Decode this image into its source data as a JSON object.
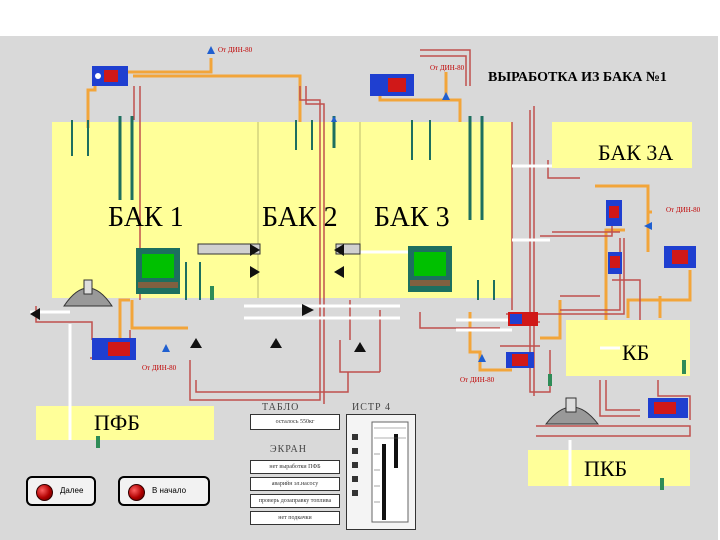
{
  "title": "ВЫРАБОТКА ИЗ БАКА №1",
  "tanks": {
    "bak1": "БАК 1",
    "bak2": "БАК 2",
    "bak3": "БАК 3",
    "bak3a": "БАК 3А",
    "kb": "КБ",
    "pfb": "ПФБ",
    "pkb": "ПКБ"
  },
  "sensor_labels": {
    "top_left": "От ДИН-80",
    "top_right": "От ДИН-80",
    "right_upper": "От ДИН-80",
    "bottom_left": "От ДИН-80",
    "bottom_center": "От ДИН-80"
  },
  "buttons": {
    "next": "Далее",
    "start": "В начало"
  },
  "tablo": {
    "header": "ТАБЛО",
    "value": "осталось 550кг"
  },
  "indicator": {
    "header": "ИСТР 4"
  },
  "screen": {
    "header": "ЭКРАН",
    "lines": [
      "нет выработки ПФБ",
      "аварийн эл.насосу",
      "проверь дозаправку топлива",
      "нет подкачки"
    ]
  },
  "colors": {
    "panel": "#d9d9d9",
    "tank_fill": "#ffff99",
    "pipe_orange": "#f2a53a",
    "pipe_red": "#c0504d",
    "valve_blue": "#1f3fd0",
    "valve_red": "#d01818",
    "title": "#000000"
  }
}
